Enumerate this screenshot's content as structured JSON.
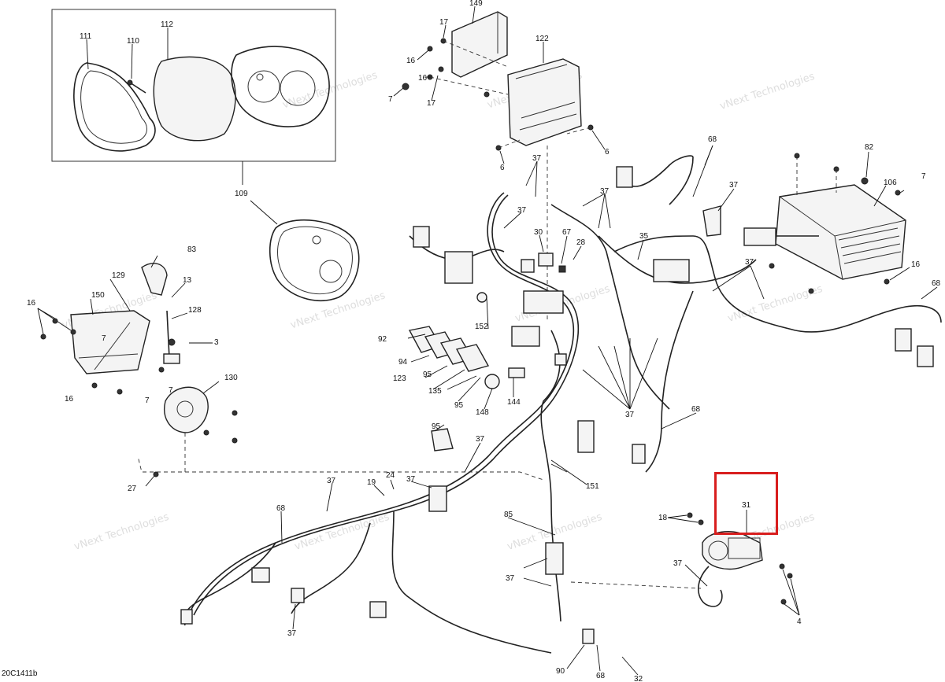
{
  "diagram": {
    "drawing_code": "20C1411b",
    "watermark_text": "vNext Technologies",
    "highlight_color": "#d81e1e",
    "highlighted_callout": "31",
    "callouts": {
      "c149": "149",
      "c122": "122",
      "c111": "111",
      "c110": "110",
      "c112": "112",
      "c109": "109",
      "c17a": "17",
      "c17b": "17",
      "c16a": "16",
      "c16b": "16",
      "c7a": "7",
      "c6a": "6",
      "c6b": "6",
      "c37a": "37",
      "c37b": "37",
      "c37c": "37",
      "c37d": "37",
      "c37e": "37",
      "c37f": "37",
      "c37g": "37",
      "c37h": "37",
      "c37i": "37",
      "c37j": "37",
      "c37k": "37",
      "c68a": "68",
      "c68b": "68",
      "c68c": "68",
      "c68d": "68",
      "c68e": "68",
      "c82": "82",
      "c106": "106",
      "c7b": "7",
      "c16c": "16",
      "c16d": "16",
      "c30": "30",
      "c67": "67",
      "c28": "28",
      "c35": "35",
      "c83": "83",
      "c13": "13",
      "c129": "129",
      "c150": "150",
      "c128": "128",
      "c3": "3",
      "c7c": "7",
      "c7d": "7",
      "c7e": "7",
      "c16e": "16",
      "c130": "130",
      "c152": "152",
      "c92": "92",
      "c94": "94",
      "c123": "123",
      "c95a": "95",
      "c135": "135",
      "c95b": "95",
      "c148": "148",
      "c144": "144",
      "c95c": "95",
      "c151": "151",
      "c27": "27",
      "c19": "19",
      "c24": "24",
      "c85": "85",
      "c31": "31",
      "c18": "18",
      "c4": "4",
      "c90": "90",
      "c32": "32"
    }
  }
}
